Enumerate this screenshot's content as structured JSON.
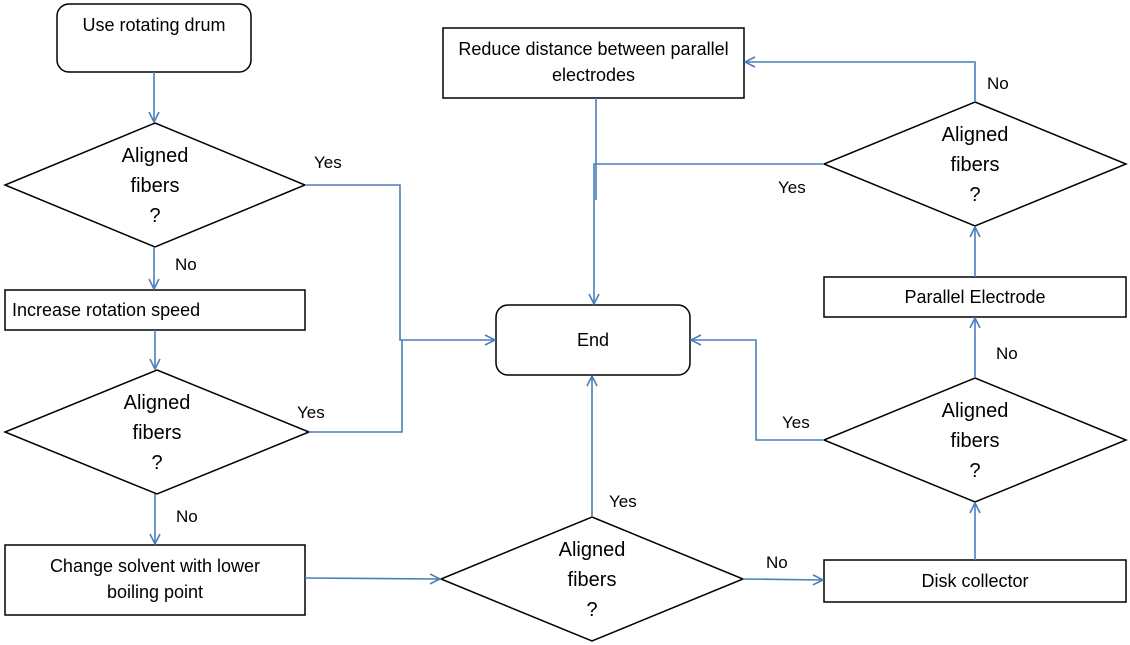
{
  "nodes": {
    "rotating_drum": "Use rotating drum",
    "increase_speed": "Increase rotation speed",
    "change_solvent": "Change solvent with lower boiling point",
    "end": "End",
    "reduce_distance": "Reduce distance between parallel electrodes",
    "parallel_electrode": "Parallel Electrode",
    "disk_collector": "Disk collector"
  },
  "decision": {
    "line1": "Aligned",
    "line2": "fibers",
    "line3": "?"
  },
  "edges": {
    "yes": "Yes",
    "no": "No"
  },
  "colors": {
    "arrow": "#4a7ebb",
    "stroke": "#000000"
  }
}
